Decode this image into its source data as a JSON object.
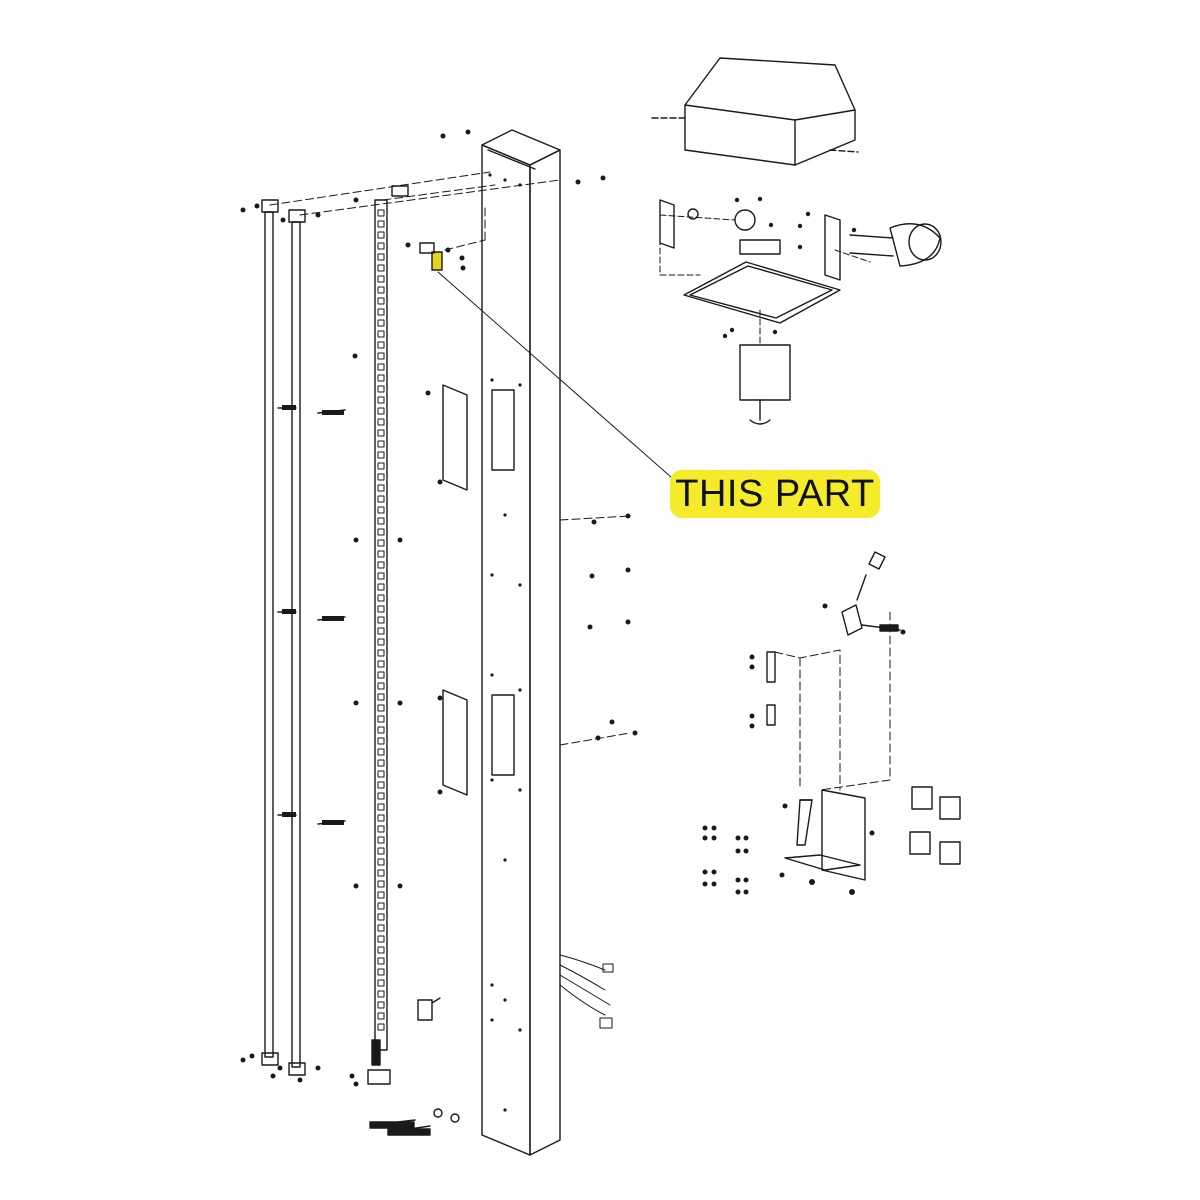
{
  "callout": {
    "label": "THIS PART",
    "highlight_color": "#f4ec2a",
    "part_color": "#e8d21a"
  },
  "diagram": {
    "line_color": "#1a1a1a",
    "component_icons": [
      "cover-box",
      "bracket-assembly",
      "wiring-harness",
      "limit-switch",
      "mounting-plate"
    ]
  }
}
